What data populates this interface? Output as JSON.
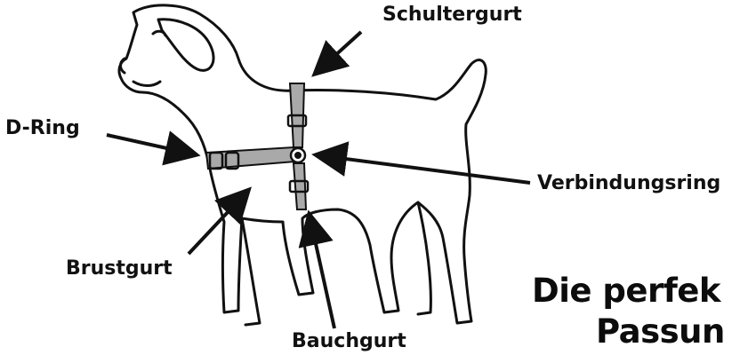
{
  "labels": {
    "shoulder_strap": "Schultergurt",
    "d_ring": "D-Ring",
    "connecting_ring": "Verbindungsring",
    "chest_strap": "Brustgurt",
    "belly_strap": "Bauchgurt"
  },
  "title": {
    "line1": "Die perfek",
    "line2": "Passun"
  },
  "colors": {
    "outline": "#111111",
    "strap": "#a9a9a9"
  }
}
